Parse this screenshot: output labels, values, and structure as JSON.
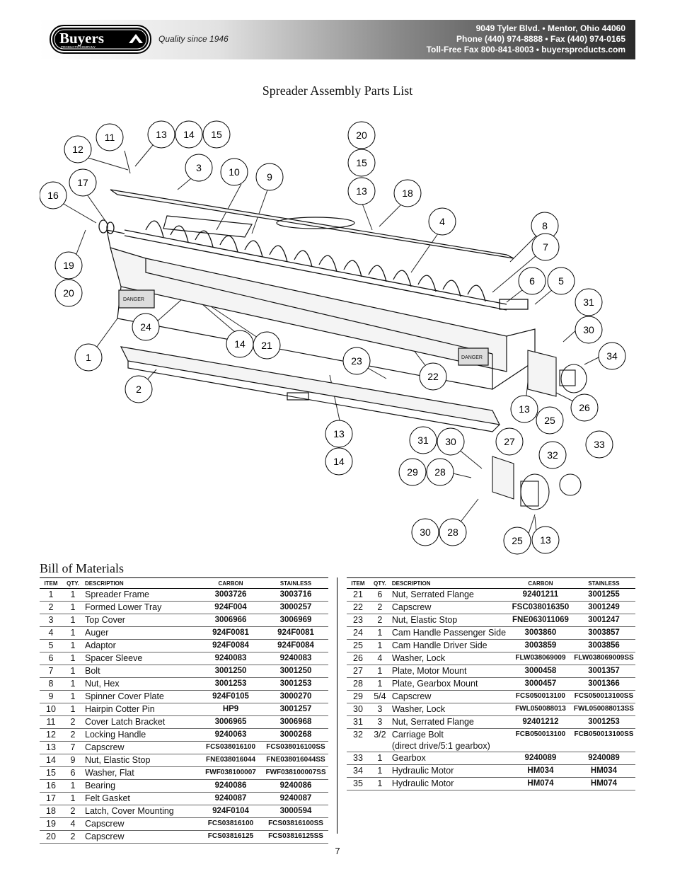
{
  "header": {
    "brand": "Buyers",
    "brand_sub": "PRODUCTS COMPANY",
    "tagline": "Quality since 1946",
    "address_line1": "9049 Tyler Blvd. • Mentor, Ohio 44060",
    "address_line2": "Phone (440) 974-8888 • Fax (440) 974-0165",
    "address_line3": "Toll-Free Fax 800-841-8003 • buyersproducts.com"
  },
  "title": "Spreader Assembly Parts List",
  "diagram": {
    "callouts": [
      "13",
      "14",
      "15",
      "11",
      "12",
      "3",
      "10",
      "9",
      "17",
      "16",
      "20",
      "15",
      "13",
      "18",
      "4",
      "8",
      "7",
      "19",
      "20",
      "6",
      "5",
      "31",
      "24",
      "14",
      "21",
      "30",
      "1",
      "34",
      "23",
      "22",
      "2",
      "13",
      "26",
      "25",
      "13",
      "14",
      "31",
      "30",
      "27",
      "32",
      "33",
      "29",
      "28",
      "30",
      "28",
      "25",
      "13"
    ],
    "decal_text": [
      "DANGER",
      "DANGER"
    ]
  },
  "bom": {
    "title": "Bill of Materials",
    "headers": {
      "item": "ITEM",
      "qty": "QTY.",
      "description": "DESCRIPTION",
      "carbon": "CARBON",
      "stainless": "STAINLESS"
    },
    "left_rows": [
      {
        "item": "1",
        "qty": "1",
        "description": "Spreader Frame",
        "carbon": "3003726",
        "stainless": "3003716"
      },
      {
        "item": "2",
        "qty": "1",
        "description": "Formed Lower Tray",
        "carbon": "924F004",
        "stainless": "3000257"
      },
      {
        "item": "3",
        "qty": "1",
        "description": "Top Cover",
        "carbon": "3006966",
        "stainless": "3006969"
      },
      {
        "item": "4",
        "qty": "1",
        "description": "Auger",
        "carbon": "924F0081",
        "stainless": "924F0081"
      },
      {
        "item": "5",
        "qty": "1",
        "description": "Adaptor",
        "carbon": "924F0084",
        "stainless": "924F0084"
      },
      {
        "item": "6",
        "qty": "1",
        "description": "Spacer Sleeve",
        "carbon": "9240083",
        "stainless": "9240083"
      },
      {
        "item": "7",
        "qty": "1",
        "description": "Bolt",
        "carbon": "3001250",
        "stainless": "3001250"
      },
      {
        "item": "8",
        "qty": "1",
        "description": "Nut, Hex",
        "carbon": "3001253",
        "stainless": "3001253"
      },
      {
        "item": "9",
        "qty": "1",
        "description": "Spinner Cover Plate",
        "carbon": "924F0105",
        "stainless": "3000270"
      },
      {
        "item": "10",
        "qty": "1",
        "description": "Hairpin Cotter Pin",
        "carbon": "HP9",
        "stainless": "3001257"
      },
      {
        "item": "11",
        "qty": "2",
        "description": "Cover Latch Bracket",
        "carbon": "3006965",
        "stainless": "3006968"
      },
      {
        "item": "12",
        "qty": "2",
        "description": "Locking Handle",
        "carbon": "9240063",
        "stainless": "3000268"
      },
      {
        "item": "13",
        "qty": "7",
        "description": "Capscrew",
        "carbon": "FCS038016100",
        "stainless": "FCS038016100SS",
        "small": true
      },
      {
        "item": "14",
        "qty": "9",
        "description": "Nut, Elastic Stop",
        "carbon": "FNE038016044",
        "stainless": "FNE038016044SS",
        "small": true
      },
      {
        "item": "15",
        "qty": "6",
        "description": "Washer, Flat",
        "carbon": "FWF038100007",
        "stainless": "FWF038100007SS",
        "small": true
      },
      {
        "item": "16",
        "qty": "1",
        "description": "Bearing",
        "carbon": "9240086",
        "stainless": "9240086"
      },
      {
        "item": "17",
        "qty": "1",
        "description": "Felt Gasket",
        "carbon": "9240087",
        "stainless": "9240087"
      },
      {
        "item": "18",
        "qty": "2",
        "description": "Latch, Cover Mounting",
        "carbon": "924F0104",
        "stainless": "3000594"
      },
      {
        "item": "19",
        "qty": "4",
        "description": "Capscrew",
        "carbon": "FCS03816100",
        "stainless": "FCS03816100SS",
        "small": true
      },
      {
        "item": "20",
        "qty": "2",
        "description": "Capscrew",
        "carbon": "FCS03816125",
        "stainless": "FCS03816125SS",
        "small": true
      }
    ],
    "right_rows": [
      {
        "item": "21",
        "qty": "6",
        "description": "Nut, Serrated Flange",
        "carbon": "92401211",
        "stainless": "3001255"
      },
      {
        "item": "22",
        "qty": "2",
        "description": "Capscrew",
        "carbon": "FSC038016350",
        "stainless": "3001249"
      },
      {
        "item": "23",
        "qty": "2",
        "description": "Nut, Elastic Stop",
        "carbon": "FNE063011069",
        "stainless": "3001247"
      },
      {
        "item": "24",
        "qty": "1",
        "description": "Cam Handle Passenger Side",
        "carbon": "3003860",
        "stainless": "3003857"
      },
      {
        "item": "25",
        "qty": "1",
        "description": "Cam Handle Driver Side",
        "carbon": "3003859",
        "stainless": "3003856"
      },
      {
        "item": "26",
        "qty": "4",
        "description": "Washer, Lock",
        "carbon": "FLW038069009",
        "stainless": "FLW038069009SS",
        "small": true
      },
      {
        "item": "27",
        "qty": "1",
        "description": "Plate, Motor Mount",
        "carbon": "3000458",
        "stainless": "3001357"
      },
      {
        "item": "28",
        "qty": "1",
        "description": "Plate, Gearbox Mount",
        "carbon": "3000457",
        "stainless": "3001366"
      },
      {
        "item": "29",
        "qty": "5/4",
        "description": "Capscrew",
        "carbon": "FCS050013100",
        "stainless": "FCS050013100SS",
        "small": true
      },
      {
        "item": "30",
        "qty": "3",
        "description": "Washer, Lock",
        "carbon": "FWL050088013",
        "stainless": "FWL050088013SS",
        "small": true
      },
      {
        "item": "31",
        "qty": "3",
        "description": "Nut, Serrated Flange",
        "carbon": "92401212",
        "stainless": "3001253"
      },
      {
        "item": "32",
        "qty": "3/2",
        "description": "Carriage Bolt",
        "description2": "(direct drive/5:1 gearbox)",
        "carbon": "FCB050013100",
        "stainless": "FCB050013100SS",
        "small": true
      },
      {
        "item": "33",
        "qty": "1",
        "description": "Gearbox",
        "carbon": "9240089",
        "stainless": "9240089"
      },
      {
        "item": "34",
        "qty": "1",
        "description": "Hydraulic Motor",
        "carbon": "HM034",
        "stainless": "HM034"
      },
      {
        "item": "35",
        "qty": "1",
        "description": "Hydraulic Motor",
        "carbon": "HM074",
        "stainless": "HM074"
      }
    ]
  },
  "page_number": "7"
}
